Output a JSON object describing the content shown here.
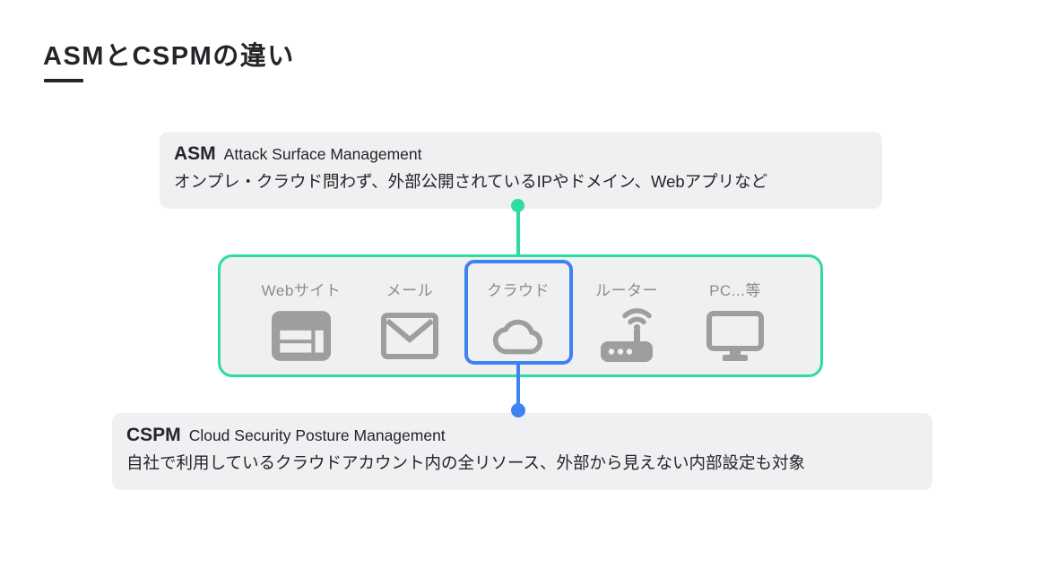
{
  "title": {
    "text": "ASMとCSPMの違い"
  },
  "asm_card": {
    "acronym": "ASM",
    "full_name": "Attack Surface Management",
    "description": "オンプレ・クラウド問わず、外部公開されているIPやドメイン、Webアプリなど"
  },
  "cspm_card": {
    "acronym": "CSPM",
    "full_name": "Cloud Security Posture Management",
    "description": "自社で利用しているクラウドアカウント内の全リソース、外部から見えない内部設定も対象"
  },
  "assets_panel": {
    "items": [
      {
        "label": "Webサイト",
        "icon": "website-icon",
        "highlighted": false
      },
      {
        "label": "メール",
        "icon": "mail-icon",
        "highlighted": false
      },
      {
        "label": "クラウド",
        "icon": "cloud-icon",
        "highlighted": true
      },
      {
        "label": "ルーター",
        "icon": "router-icon",
        "highlighted": false
      },
      {
        "label": "PC...等",
        "icon": "pc-icon",
        "highlighted": false
      }
    ]
  },
  "colors": {
    "asm_accent": "#2edc9d",
    "cspm_accent": "#3f82f2",
    "card_bg": "#f0f0f2",
    "icon_gray": "#9e9e9e",
    "label_gray": "#8b8b8b",
    "text_dark": "#232528",
    "page_bg": "#ffffff"
  }
}
